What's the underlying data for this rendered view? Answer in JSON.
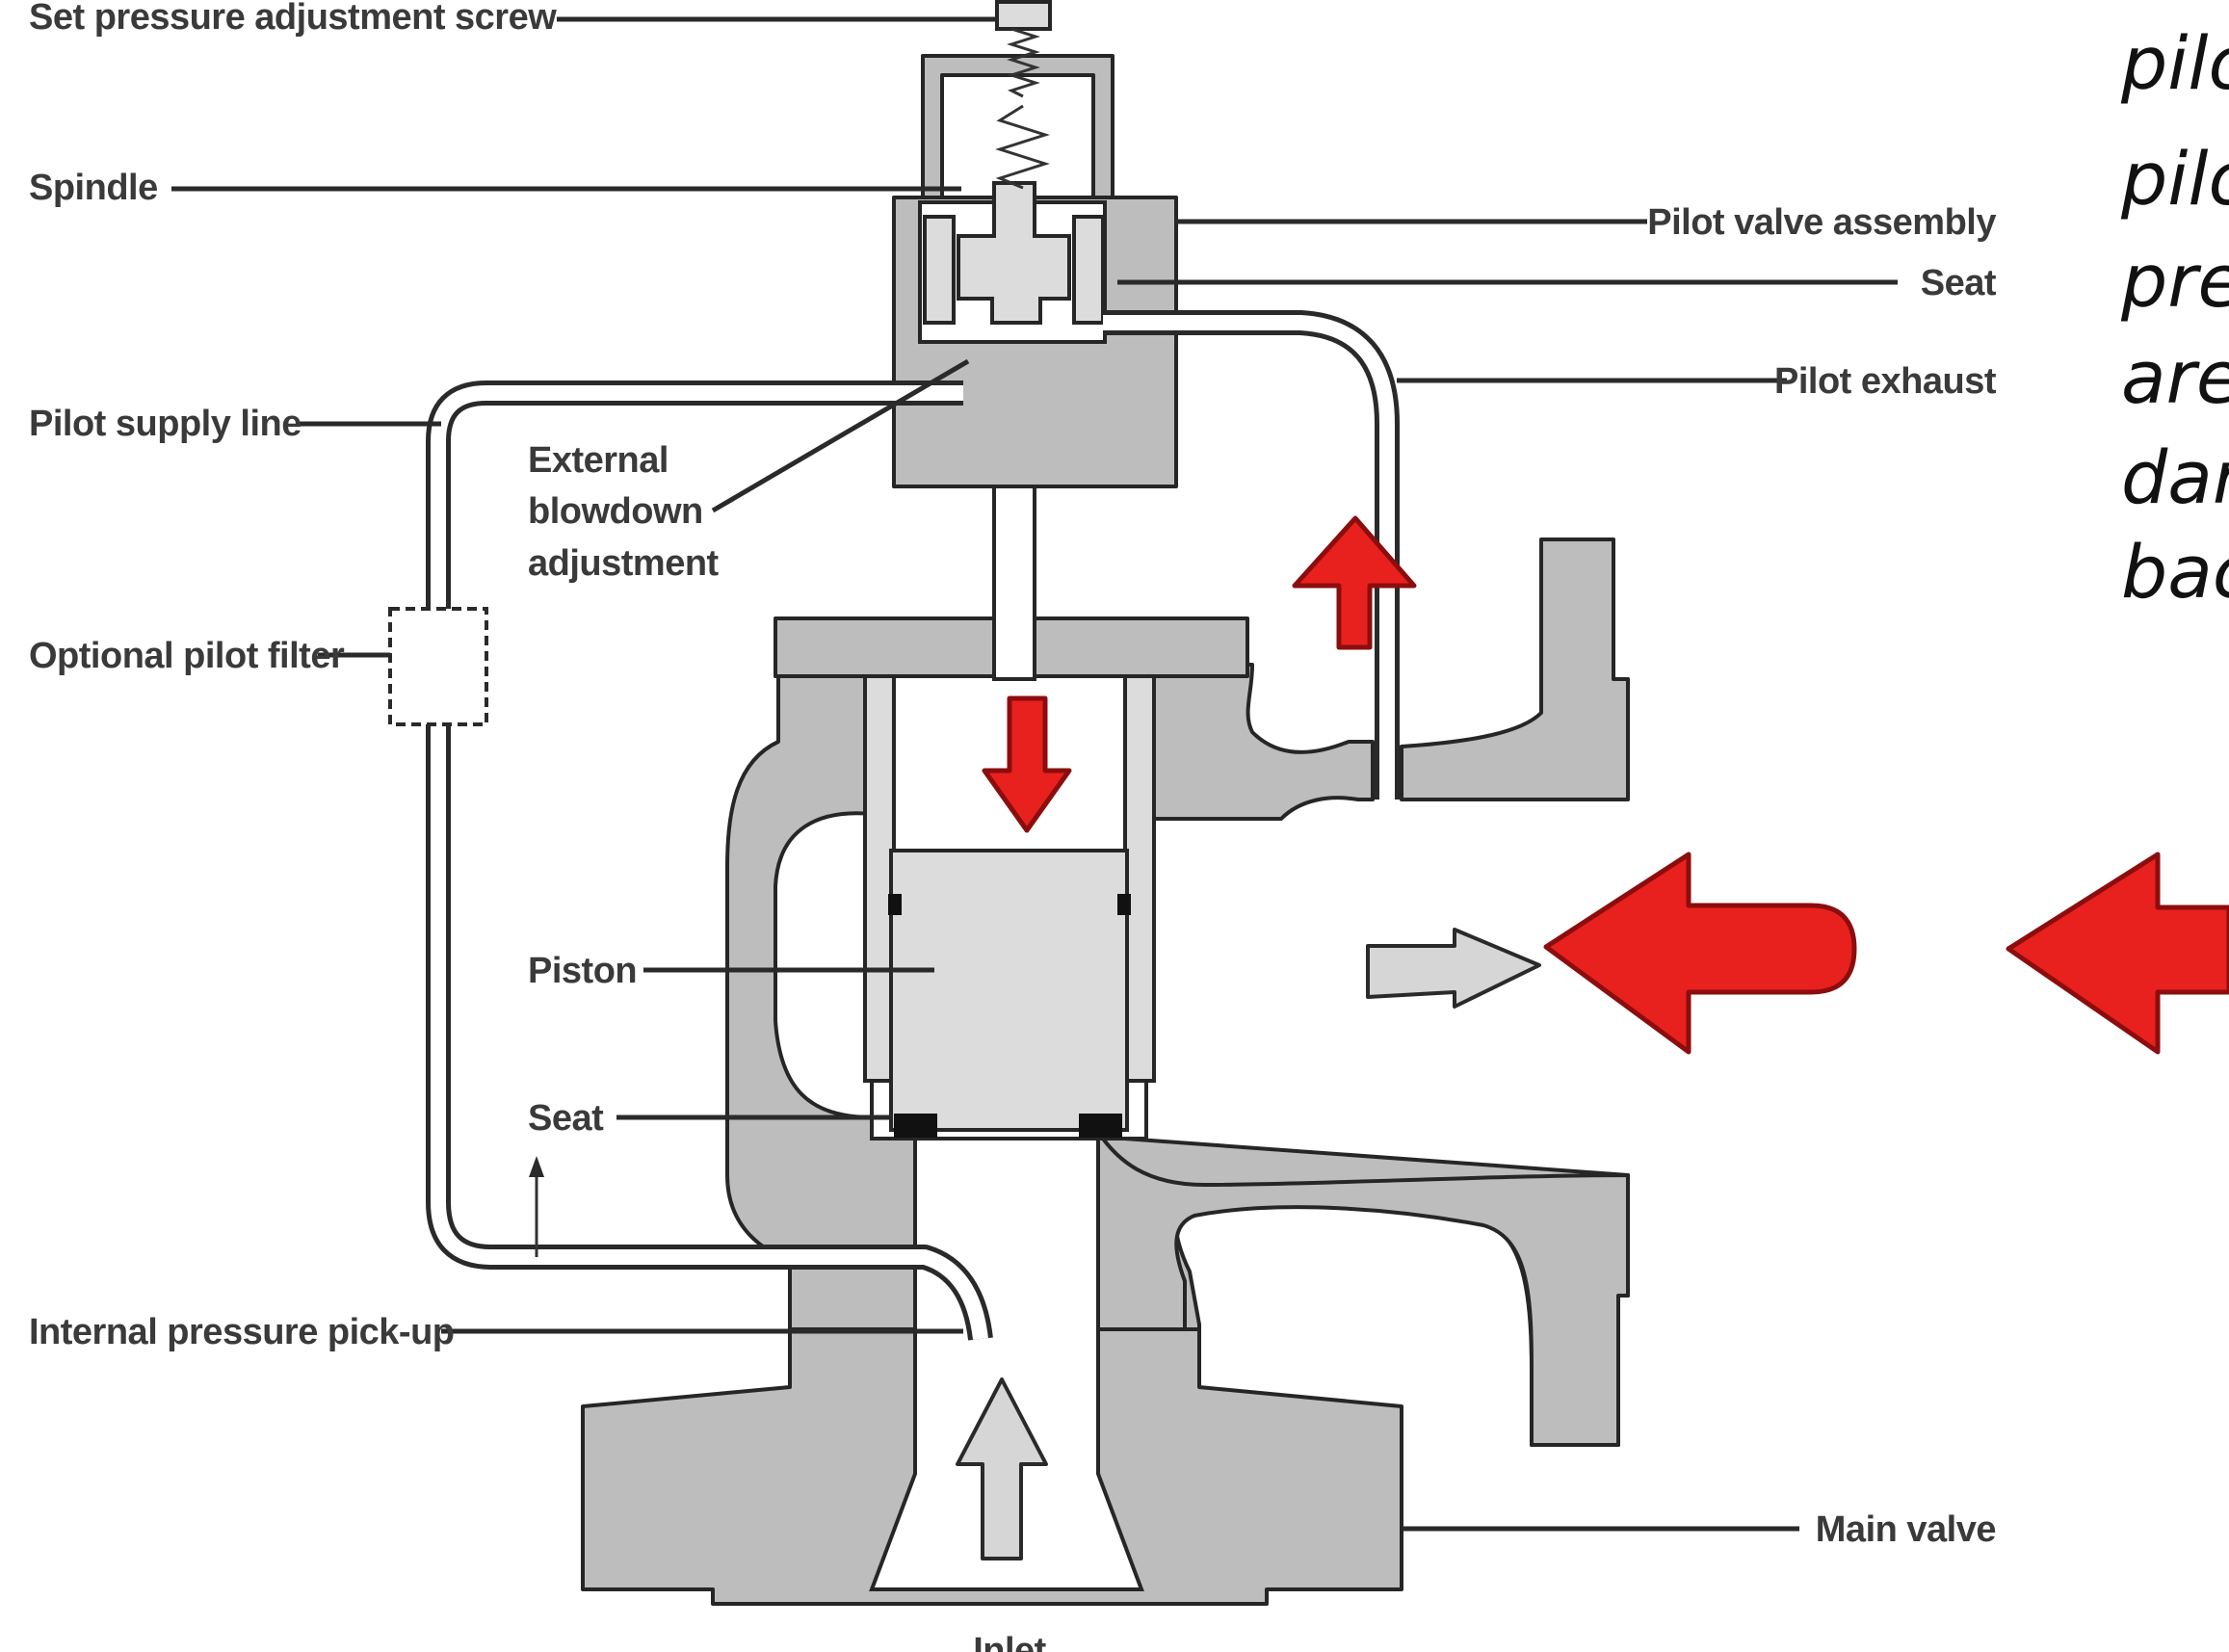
{
  "labels": {
    "set_pressure_screw": "Set pressure adjustment screw",
    "spindle": "Spindle",
    "pilot_supply_line": "Pilot supply line",
    "external_blowdown_1": "External",
    "external_blowdown_2": "blowdown",
    "external_blowdown_3": "adjustment",
    "optional_pilot_filter": "Optional pilot filter",
    "piston": "Piston",
    "seat_lower": "Seat",
    "internal_pressure_pickup": "Internal pressure pick-up",
    "pilot_valve_assembly": "Pilot valve assembly",
    "seat_upper": "Seat",
    "pilot_exhaust": "Pilot exhaust",
    "main_valve": "Main valve",
    "inlet": "Inlet"
  },
  "note_lines": [
    "pilo",
    "pilo",
    "pre",
    "are",
    "dar",
    "bac"
  ],
  "colors": {
    "arrow_red": "#e8211e",
    "body_gray": "#bdbdbd",
    "piston_gray": "#dcdcdc"
  }
}
